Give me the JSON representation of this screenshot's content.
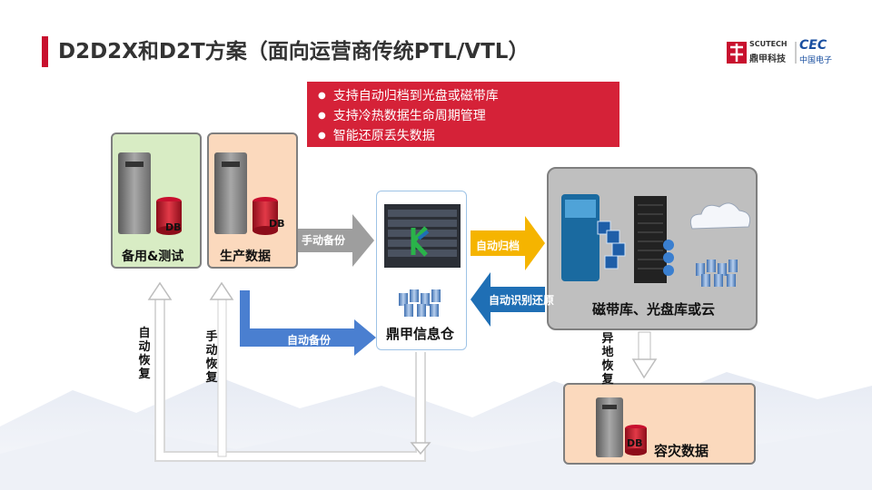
{
  "title": "D2D2X和D2T方案（面向运营商传统PTL/VTL）",
  "logo": {
    "brand_en": "SCUTECH",
    "brand_cn": "鼎甲科技",
    "partner_en": "CEC",
    "partner_cn": "中国电子"
  },
  "callout": {
    "items": [
      "支持自动归档到光盘或磁带库",
      "支持冷热数据生命周期管理",
      "智能还原丢失数据"
    ]
  },
  "nodes": {
    "backup_test": {
      "label": "备用&测试",
      "db": "DB"
    },
    "production": {
      "label": "生产数据",
      "db": "DB"
    },
    "info_warehouse": {
      "label": "鼎甲信息仓"
    },
    "storage": {
      "label": "磁带库、光盘库或云"
    },
    "disaster": {
      "label": "容灾数据",
      "db": "DB"
    }
  },
  "arrows": {
    "manual_backup": "手动备份",
    "auto_backup": "自动备份",
    "auto_archive": "自动归档",
    "auto_restore": "自动识别还原",
    "auto_recover": "自动恢复",
    "manual_recover": "手动恢复",
    "remote_recover": "异地恢复"
  },
  "colors": {
    "accent": "#c8102e",
    "callout": "#d52238",
    "green_box": "#d8ecc4",
    "peach_box": "#fbd9bd",
    "gray_box": "#bfbfbf",
    "orange_arrow": "#f5b400",
    "blue_arrow": "#1f6fb5",
    "gray_arrow": "#9e9e9e"
  }
}
